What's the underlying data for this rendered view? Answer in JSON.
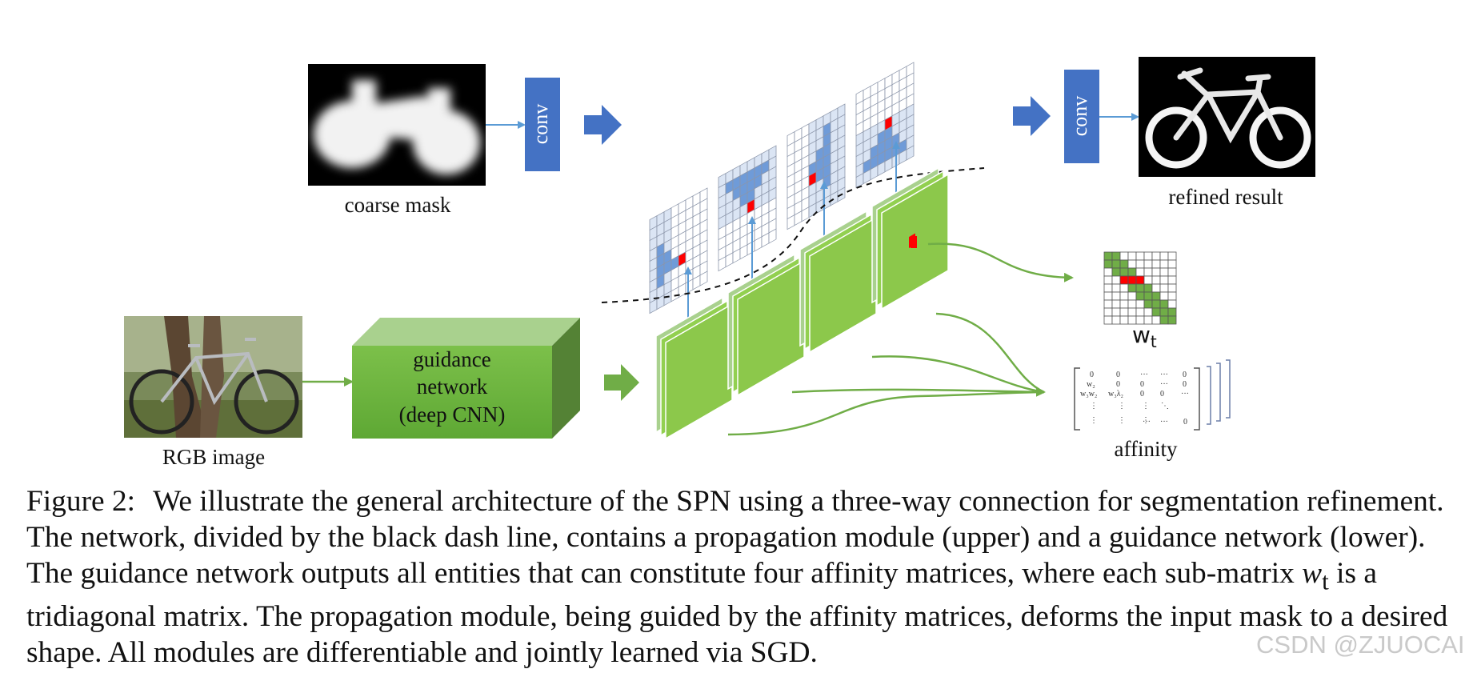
{
  "figure": {
    "labels": {
      "coarse_mask": "coarse mask",
      "refined_result": "refined result",
      "rgb_image": "RGB image",
      "affinity": "affinity",
      "wt": "w",
      "wt_sub": "t",
      "conv_left": "conv",
      "conv_right": "conv",
      "guidance_line1": "guidance",
      "guidance_line2": "network",
      "guidance_line3": "(deep CNN)"
    },
    "matrix_entries": {
      "r1": [
        "0",
        "0",
        "···",
        "···",
        "0"
      ],
      "r2": [
        "w₂",
        "0",
        "0",
        "···",
        "0"
      ],
      "r3": [
        "w₃w₂",
        "w₃λ₂",
        "0",
        "0",
        "···"
      ]
    },
    "colors": {
      "conv_blue": "#4472c4",
      "arrow_blue": "#5b9bd5",
      "green_light": "#92d050",
      "green_mid": "#70ad47",
      "highlight_red": "#ff0000",
      "grid_blue": "#8eaadb"
    }
  },
  "caption": {
    "figure_number": "Figure 2:",
    "text_part1": "We illustrate the general architecture of the SPN using a three-way connection for segmentation refinement. The network, divided by the black dash line, contains a propagation module (upper) and a guidance network (lower). The guidance network outputs all entities that can constitute four affinity matrices, where each sub-matrix ",
    "math_w": "w",
    "math_sub": "t",
    "text_part2": " is a tridiagonal matrix. The propagation module, being guided by the affinity matrices, deforms the input mask to a desired shape. All modules are differentiable and jointly learned via SGD."
  },
  "watermark": "CSDN @ZJUOCAI"
}
